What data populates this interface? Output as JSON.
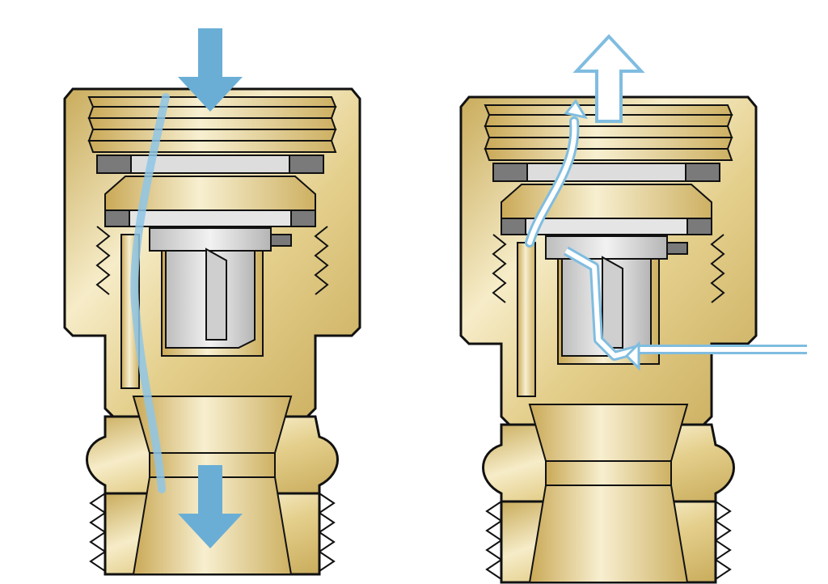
{
  "diagram": {
    "panels": [
      {
        "id": "normal-flow",
        "flow": "downward",
        "flow_style": "filled"
      },
      {
        "id": "backflow",
        "flow": "upward",
        "flow_style": "outline"
      }
    ],
    "colors": {
      "brass_light": "#f6ecc8",
      "brass_mid": "#e4cf8c",
      "brass_dark": "#c9ac5c",
      "outline": "#111111",
      "gasket": "#7a7a7a",
      "metal_light": "#ececec",
      "metal_dark": "#b9b9b9",
      "flow_solid": "#6aaed6",
      "flow_outline": "#7fbde0"
    },
    "icons": [
      "down-arrow-icon",
      "up-arrow-icon",
      "flow-path-icon"
    ]
  }
}
